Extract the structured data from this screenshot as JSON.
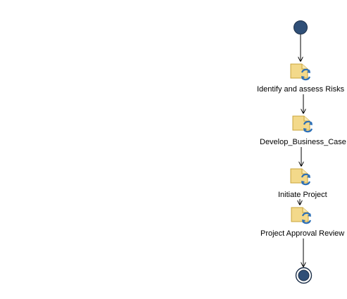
{
  "diagram": {
    "tasks": [
      {
        "label": "Identify and assess Risks"
      },
      {
        "label": "Develop_Business_Case"
      },
      {
        "label": "Initiate Project"
      },
      {
        "label": "Project Approval Review"
      }
    ],
    "colors": {
      "node_fill": "#2f4f77",
      "node_stroke": "#1c2f48",
      "edge": "#000000",
      "task_fill": "#f3d98a",
      "task_stroke": "#c9a43a",
      "task_arrow": "#2b6fb8"
    },
    "icons": {
      "start": "start-node-icon",
      "end": "end-node-icon",
      "task": "activity-task-icon"
    }
  }
}
